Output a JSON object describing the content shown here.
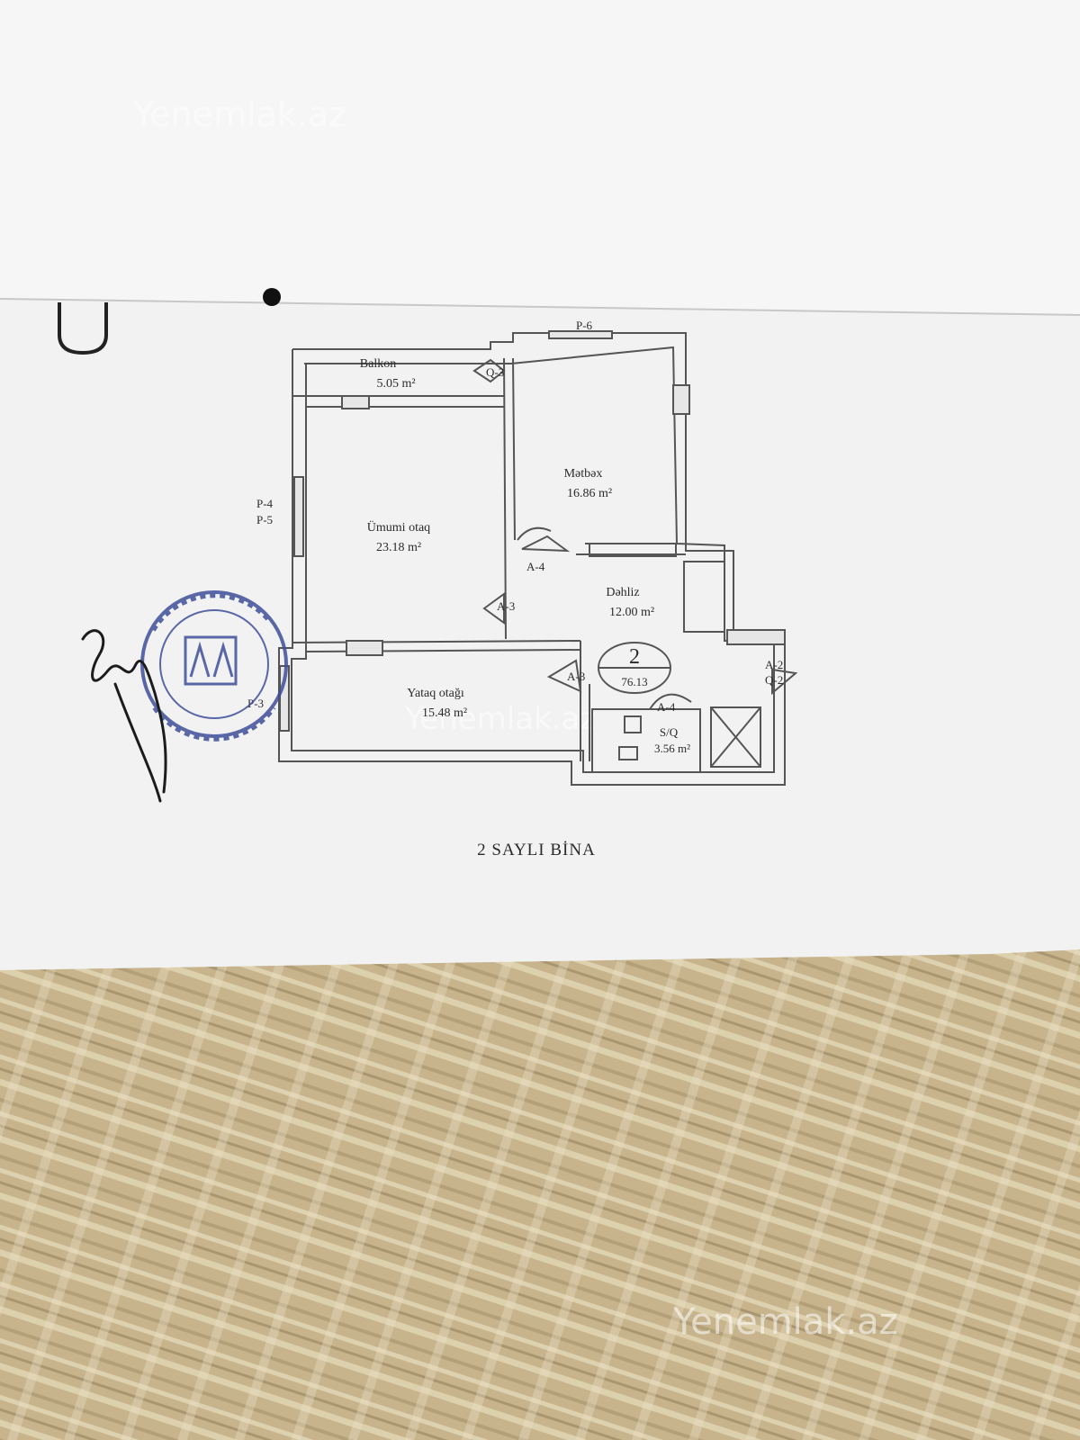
{
  "watermark": "Yenemlak.az",
  "caption": "2 SAYLI BİNA",
  "apartment": {
    "number": "2",
    "area": "76.13"
  },
  "rooms": [
    {
      "name": "Balkon",
      "area": "5.05 m²"
    },
    {
      "name": "Mətbəx",
      "area": "16.86 m²"
    },
    {
      "name": "Ümumi otaq",
      "area": "23.18 m²"
    },
    {
      "name": "Dəhliz",
      "area": "12.00 m²"
    },
    {
      "name": "Yataq otağı",
      "area": "15.48 m²"
    },
    {
      "name": "S/Q",
      "area": "3.56 m²"
    }
  ],
  "tags": {
    "p6": "P-6",
    "p4": "P-4",
    "p5": "P-5",
    "p3": "P-3",
    "q3": "Q-3",
    "q2": "Q-2",
    "a2": "A-2",
    "a4_top": "A-4",
    "a3_left": "A-3",
    "a3_bed": "A-3",
    "a4_bath": "A-4"
  },
  "colors": {
    "paper": "#f4f4f4",
    "paper_top": "#f7f7f7",
    "carpet": "#c9b690",
    "stamp": "#3f4f9a",
    "signature": "#1c1c1c",
    "wall": "#6a6a6a"
  }
}
